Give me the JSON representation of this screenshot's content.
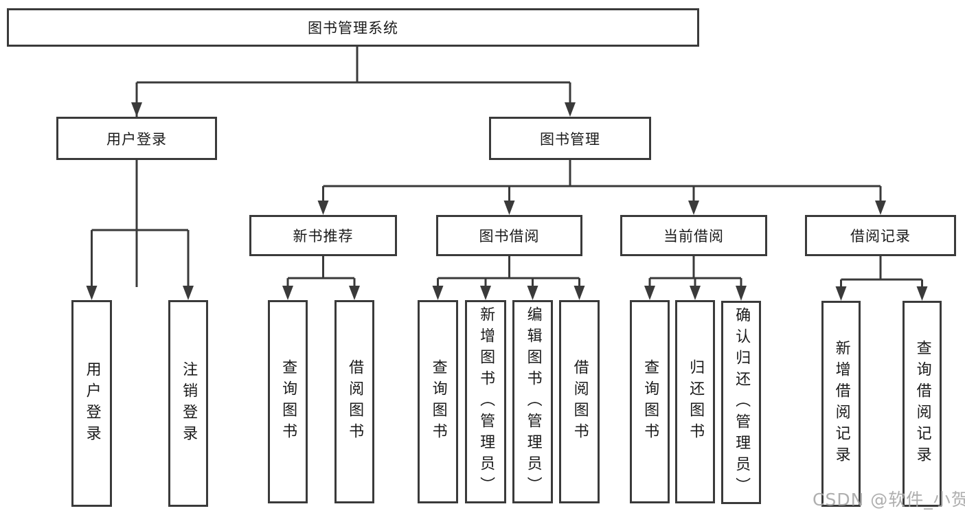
{
  "tree": {
    "label": "图书管理系统",
    "children": [
      {
        "label": "用户登录",
        "children": [
          {
            "label": "用户登录"
          },
          {
            "label": "注销登录"
          }
        ]
      },
      {
        "label": "图书管理",
        "children": [
          {
            "label": "新书推荐",
            "children": [
              {
                "label": "查询图书"
              },
              {
                "label": "借阅图书"
              }
            ]
          },
          {
            "label": "图书借阅",
            "children": [
              {
                "label": "查询图书"
              },
              {
                "label": "新增图书（管理员）"
              },
              {
                "label": "编辑图书（管理员）"
              },
              {
                "label": "借阅图书"
              }
            ]
          },
          {
            "label": "当前借阅",
            "children": [
              {
                "label": "查询图书"
              },
              {
                "label": "归还图书"
              },
              {
                "label": "确认归还（管理员）"
              }
            ]
          },
          {
            "label": "借阅记录",
            "children": [
              {
                "label": "新增借阅记录"
              },
              {
                "label": "查询借阅记录"
              }
            ]
          }
        ]
      }
    ]
  },
  "watermark": {
    "text": "CSDN @软件_小贺同学"
  },
  "colors": {
    "line": "#3a3a3a",
    "box_border": "#3a3a3a",
    "box_background": "#ffffff",
    "text": "#1a1a1a",
    "watermark": "#a8a8a8",
    "background": "#ffffff"
  }
}
